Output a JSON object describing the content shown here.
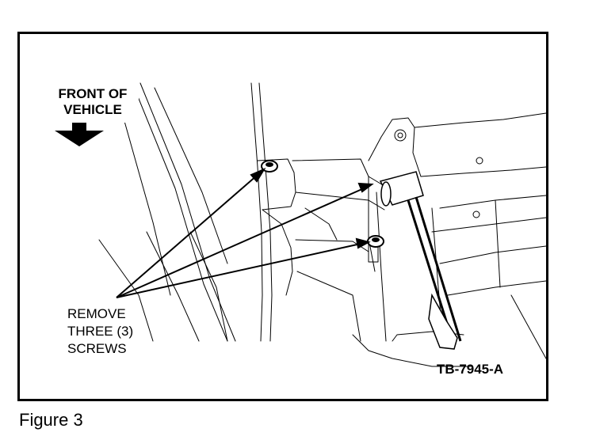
{
  "direction_label": {
    "line1": "FRONT OF",
    "line2": "VEHICLE"
  },
  "callout": {
    "line1": "REMOVE",
    "line2": "THREE (3)",
    "line3": "SCREWS"
  },
  "reference_code": "TB-7945-A",
  "caption": "Figure 3",
  "icons": [
    "front-direction-arrow-icon",
    "screw-icon",
    "leader-arrow-icon",
    "screwdriver-icon"
  ],
  "colors": {
    "ink": "#000000",
    "paper": "#ffffff"
  }
}
